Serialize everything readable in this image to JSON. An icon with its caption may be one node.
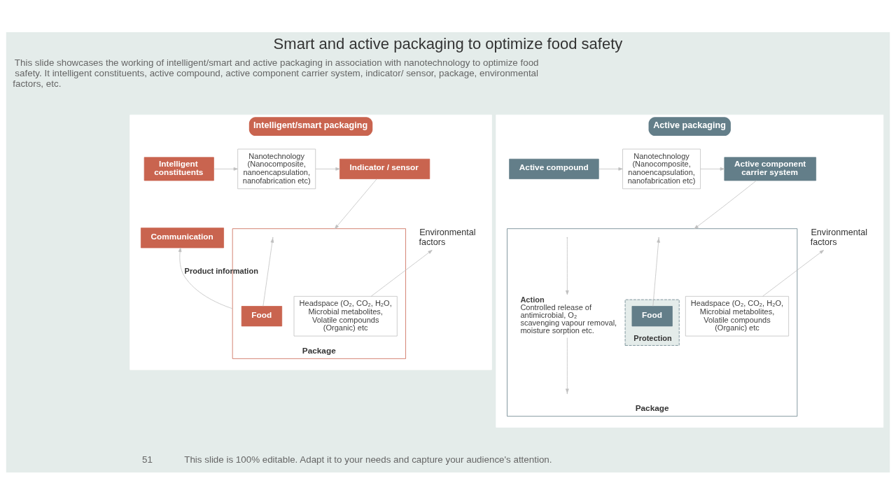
{
  "diagram": {
    "title": "Smart and active packaging to optimize food safety",
    "nodes": [
      {
        "text": [
          "Intelligent/smart packaging"
        ]
      },
      {
        "text": [
          "Intelligent constituents"
        ],
        "in": 0
      },
      {
        "text": [
          "Nanotechnology (Nanocomposite, nanoencapsulation, nanofabrication etc)"
        ],
        "in": 0
      },
      {
        "text": [
          "Indicator / sensor"
        ],
        "in": 0
      },
      {
        "text": [
          "Communication"
        ],
        "in": 0
      },
      {
        "text": [
          "Environmental factors"
        ],
        "in": 0
      },
      {
        "text": [
          "Package"
        ],
        "in": 0
      },
      {
        "text": [
          "Food"
        ],
        "in": 6
      },
      {
        "text": [
          "Headspace (O₂, CO₂, H₂O, Microbial metabolites, Volatile compounds (Organic) etc"
        ],
        "in": 6
      },
      {
        "text": [
          "Active packaging"
        ]
      },
      {
        "text": [
          "Active compound"
        ],
        "in": 9
      },
      {
        "text": [
          "Nanotechnology (Nanocomposite, nanoencapsulation, nanofabrication etc)"
        ],
        "in": 9
      },
      {
        "text": [
          "Active component carrier system"
        ],
        "in": 9
      },
      {
        "text": [
          "Environmental factors"
        ],
        "in": 9
      },
      {
        "text": [
          "Package"
        ],
        "in": 9
      },
      {
        "text": [
          "Action",
          "Controlled release of antimicrobial, O₂ scavenging vapour removal, moisture sorption etc."
        ],
        "in": 14
      },
      {
        "text": [
          "Protection"
        ],
        "in": 14
      },
      {
        "text": [
          "Food"
        ],
        "in": 16
      },
      {
        "text": [
          "Headspace (O₂, CO₂, H₂O, Microbial metabolites, Volatile compounds (Organic) etc"
        ],
        "in": 14
      }
    ],
    "edges": [
      {
        "from": 1,
        "to": 2,
        "arrow": "to"
      },
      {
        "from": 2,
        "to": 3,
        "arrow": "to"
      },
      {
        "from": 3,
        "to": 6,
        "arrow": "to"
      },
      {
        "from": 7,
        "to": null,
        "arrow": "to"
      },
      {
        "from": 6,
        "to": 4,
        "arrow": "to",
        "label": "Product information"
      },
      {
        "from": 8,
        "to": 5,
        "arrow": "to"
      },
      {
        "from": 10,
        "to": 11,
        "arrow": "to"
      },
      {
        "from": 11,
        "to": 12,
        "arrow": "to"
      },
      {
        "from": 12,
        "to": 14,
        "arrow": "to"
      },
      {
        "from": 17,
        "to": null,
        "arrow": "to"
      },
      {
        "from": null,
        "to": 15,
        "arrow": "to"
      },
      {
        "from": 15,
        "to": null,
        "arrow": "to"
      },
      {
        "from": 18,
        "to": 13,
        "arrow": "to"
      }
    ],
    "labels": [
      "This slide showcases the working of intelligent/smart and active packaging in association with nanotechnology to optimize food safety. It intelligent constituents, active compound, active component carrier system, indicator/ sensor, package, environmental factors, etc.",
      "This slide is 100% editable. Adapt it to your needs and capture your audience's attention.",
      "51"
    ]
  }
}
